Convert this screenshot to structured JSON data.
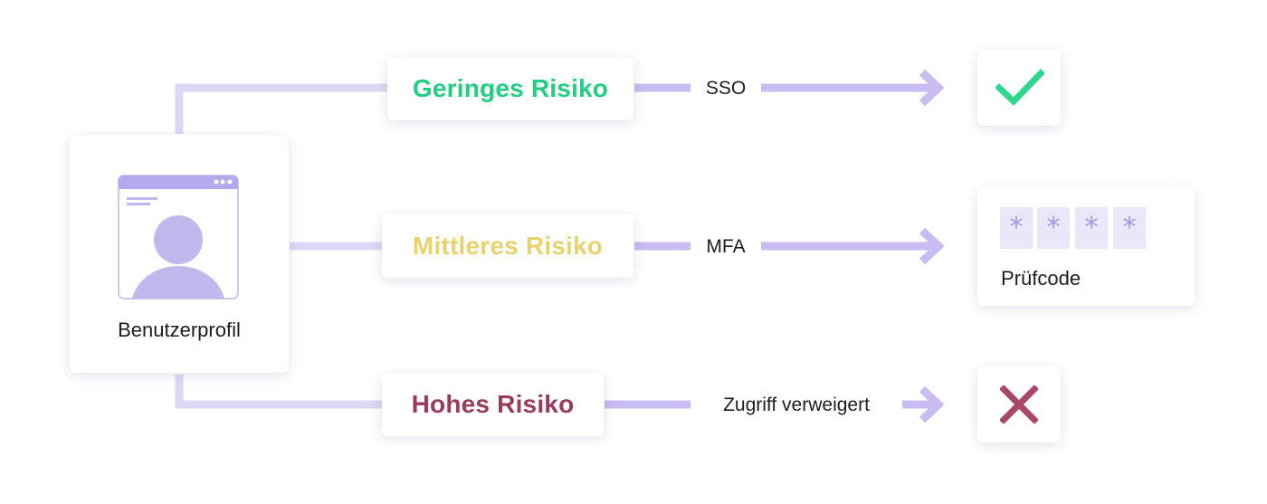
{
  "profile": {
    "label": "Benutzerprofil",
    "icon": "user-profile-icon"
  },
  "paths": [
    {
      "risk_label": "Geringes Risiko",
      "risk_color": "#1fcf82",
      "method_label": "SSO",
      "result": "check-icon",
      "result_color": "#2ed68e"
    },
    {
      "risk_label": "Mittleres Risiko",
      "risk_color": "#e8d36e",
      "method_label": "MFA",
      "result": "verification-code",
      "code_digits": [
        "*",
        "*",
        "*",
        "*"
      ],
      "code_label": "Prüfcode"
    },
    {
      "risk_label": "Hohes Risiko",
      "risk_color": "#9b3a5c",
      "method_label": "Zugriff verweigert",
      "result": "cross-icon",
      "result_color": "#a8476a"
    }
  ],
  "colors": {
    "connector": "#ddd8f6",
    "arrow": "#c8bcf2",
    "profile_accent": "#c3b8ee",
    "profile_border": "#a899e2"
  }
}
